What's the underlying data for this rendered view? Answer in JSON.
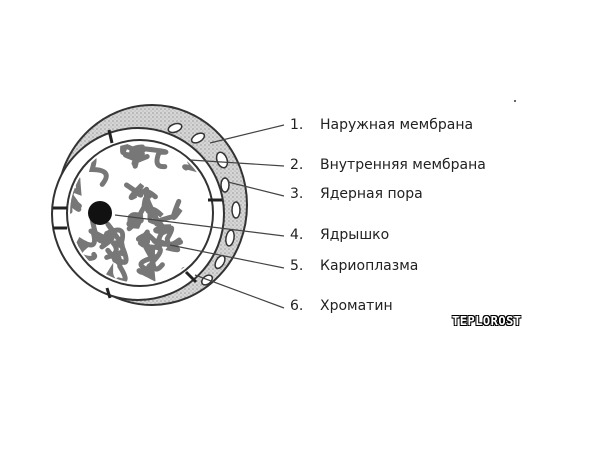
{
  "labels": [
    {
      "number": "1.",
      "text": "Наружная мембрана"
    },
    {
      "number": "2.",
      "text": "Внутренняя мембрана"
    },
    {
      "number": "3.",
      "text": "Ядерная пора"
    },
    {
      "number": "4.",
      "text": "Ядрышко"
    },
    {
      "number": "5.",
      "text": "Кариоплазма"
    },
    {
      "number": "6.",
      "text": "Хроматин"
    }
  ],
  "watermark": "TEPLOROST"
}
